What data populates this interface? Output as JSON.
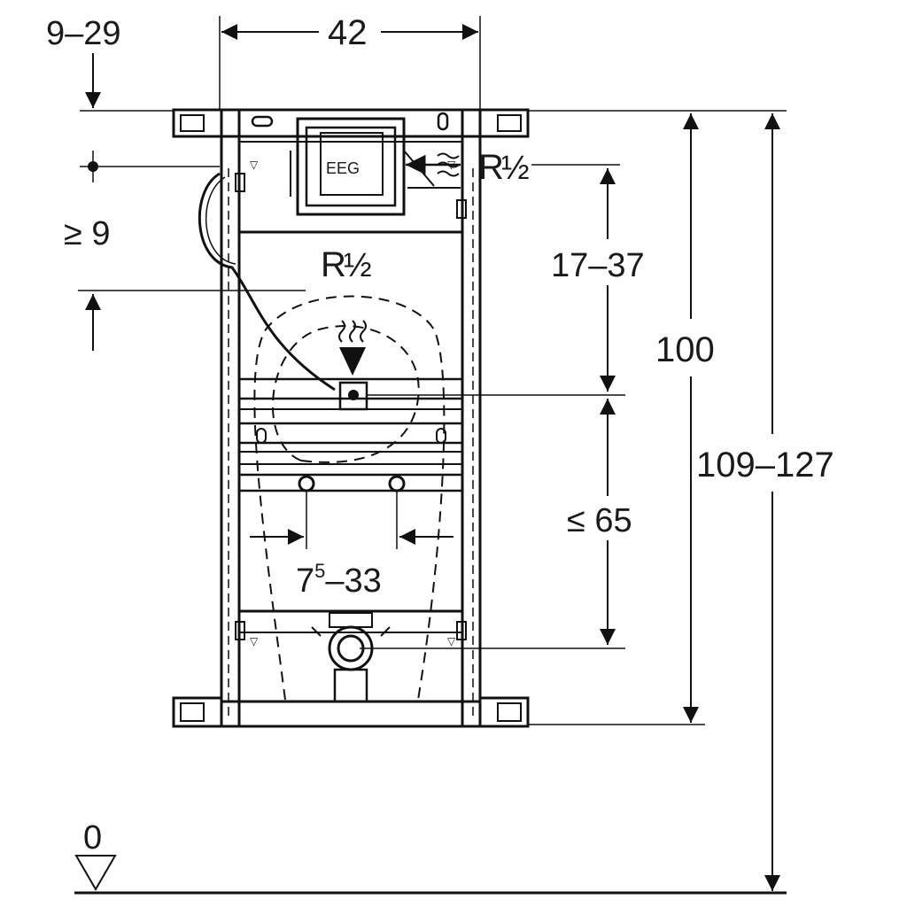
{
  "diagram": {
    "title": "Installation frame dimension drawing",
    "dims": {
      "offset_top": "9–29",
      "frame_width": "42",
      "min_above": "≥ 9",
      "supply_top_label": "R",
      "supply_top_frac": "½",
      "supply_mid_label": "R",
      "supply_mid_frac": "½",
      "range_17_37": "17–37",
      "height_100": "100",
      "height_total": "109–127",
      "max_65": "≤ 65",
      "spacing_base": "7",
      "spacing_exp": "5",
      "spacing_rest": "–33",
      "floor_level": "0",
      "box_mark": "EEG"
    }
  }
}
